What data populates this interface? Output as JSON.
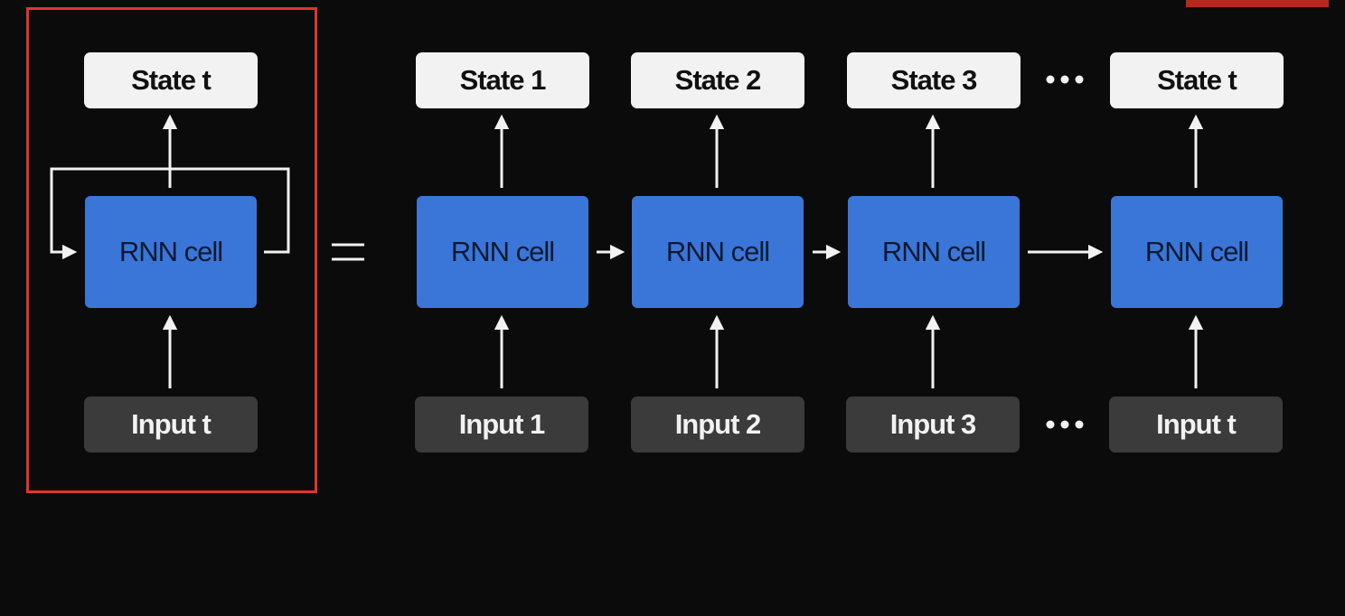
{
  "folded": {
    "state_label": "State t",
    "cell_label": "RNN cell",
    "input_label": "Input t"
  },
  "equals_sign": "=",
  "unrolled": [
    {
      "state_label": "State 1",
      "cell_label": "RNN cell",
      "input_label": "Input 1"
    },
    {
      "state_label": "State 2",
      "cell_label": "RNN cell",
      "input_label": "Input 2"
    },
    {
      "state_label": "State 3",
      "cell_label": "RNN cell",
      "input_label": "Input 3"
    },
    {
      "state_label": "State t",
      "cell_label": "RNN cell",
      "input_label": "Input t"
    }
  ],
  "colors": {
    "background": "#0b0b0b",
    "state_box": "#f2f2f2",
    "cell_box": "#3a76d8",
    "input_box": "#3b3b3b",
    "arrow": "#f2f2f2",
    "highlight_frame": "#e0342a"
  }
}
